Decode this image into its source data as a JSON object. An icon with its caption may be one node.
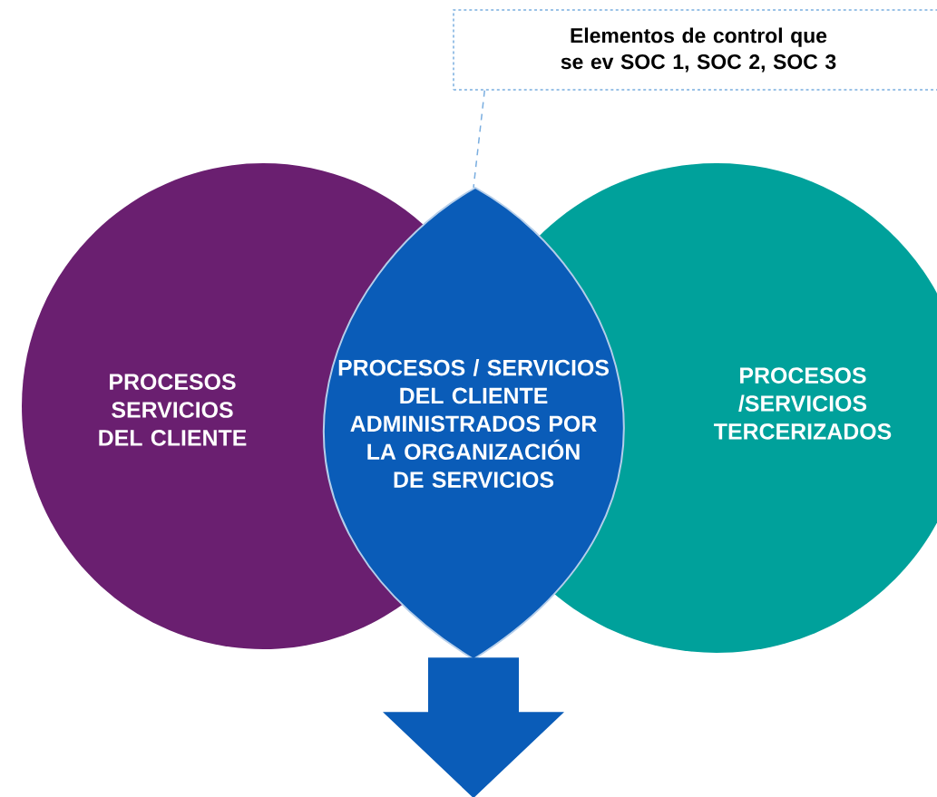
{
  "diagram": {
    "nodes": [
      {
        "text": [
          "Elementos de control que se ev SOC 1, SOC 2, SOC 3"
        ]
      },
      {
        "text": [
          "PROCESOS SERVICIOS DEL CLIENTE"
        ]
      },
      {
        "text": [
          "PROCESOS /SERVICIOS TERCERIZADOS"
        ]
      },
      {
        "text": [
          "PROCESOS / SERVICIOS DEL CLIENTE ADMINISTRADOS POR LA ORGANIZACIÓN DE SERVICIOS"
        ]
      }
    ],
    "edges": [
      {
        "from": 0,
        "to": 3,
        "arrow": "none",
        "style": "dashed",
        "color": "#7aaee0"
      },
      {
        "from": 3,
        "to": null,
        "arrow": "to",
        "style": "thick",
        "color": "#0a5cb8"
      }
    ]
  }
}
